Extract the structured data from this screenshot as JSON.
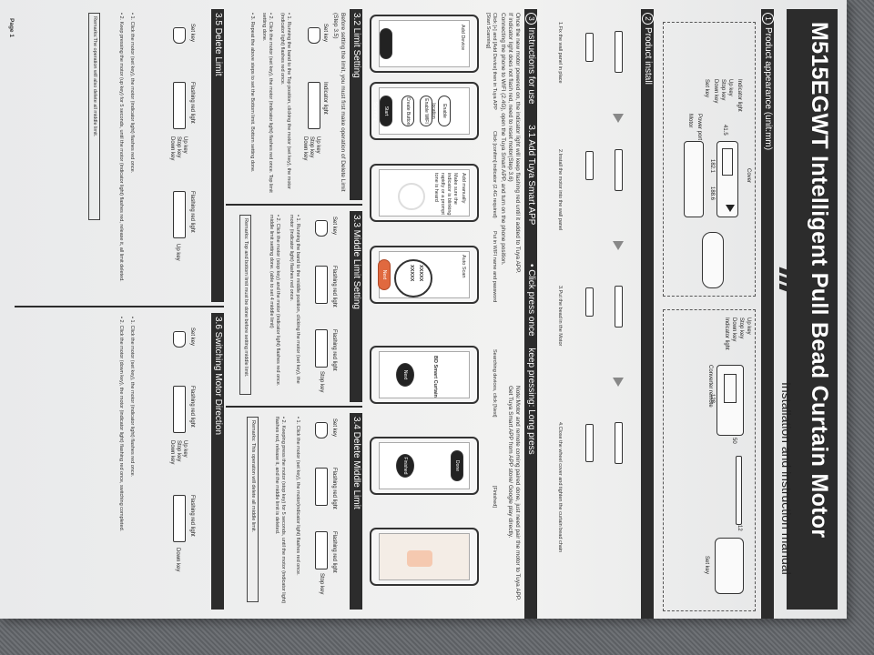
{
  "title": {
    "main": "M515EGWT Intelligent Pull Bead Curtain Motor",
    "sub": "Installation and instruction manual"
  },
  "section1": {
    "num": "1",
    "heading": "Product appearance (unit:mm)",
    "labels": {
      "cover": "Cover",
      "indicator_light": "Indicator light",
      "up_key": "Up key",
      "stop_key": "Stop key",
      "down_key": "Down key",
      "set_key": "Set key",
      "power_port": "Power port",
      "motor": "Motor",
      "dim_a": "182.1",
      "dim_b": "188.6",
      "dim_c": "41.5",
      "converter_remote": "Converter remote",
      "up_key_2": "Up key",
      "stop_key_2": "Stop key",
      "down_key_2": "Down key",
      "indicator_light_2": "Indicator light",
      "dim_d": "50",
      "dim_e": "128",
      "dim_f": "12",
      "set_key_2": "Set key"
    }
  },
  "section2": {
    "num": "2",
    "heading": "Product install",
    "steps": [
      "1.Fix the wall panel in place",
      "2.Install the motor into the wall panel",
      "3.Put the bead in the Motor",
      "4.Close the wheel cover and tighten the curtain bead chain"
    ]
  },
  "section3": {
    "num": "3",
    "heading": "Instructions for use",
    "sub_heading": "3.1 Add Tuya Smart APP",
    "legend": {
      "click": "• Click press once",
      "keep": "keep pressing: Long press"
    },
    "intro_lines": [
      "Once the new motor powered on, the indicator light will keep flashing red until it added to Tuya APP.",
      "If indicator light does not flash red, need to reset motor(Step 3.6)",
      "Connecting the phone to WIFI (2.4G), open the Tuya Smart APP, and turn on the phone position.",
      "Note:Motor and remote coming paired done, just need pair the motor to Tuya APP.",
      "Get Tuya Smart APP from APP store/ Google play directly."
    ],
    "flow": [
      "Click [+] and [Add Device]   then in Tuya APP  [Start Scanning]",
      "Click [confirm] indicator (2.4G required)",
      "Put in WIFI name and password",
      "Searching devices, click [Next]",
      "[Finished]"
    ],
    "phone_screens": {
      "add_device": "Add Device",
      "enable_location": "Enable location",
      "enable_wifi": "Enable WIFI",
      "start_scanning": "Start Scanning",
      "create_button": "Create Button",
      "add_manually": "Add manually",
      "auto_scan": "Auto Scan",
      "confirm_note": "Make sure the indicator is blinking rapidly or a prompt tone is heard",
      "wifi_name": "XXXXX",
      "wifi_pass": "XXXXX",
      "next": "Next",
      "bead_curtain": "BD Smart Curtain",
      "next2": "Next",
      "finished": "Finished",
      "done": "Done"
    }
  },
  "section32": {
    "heading": "3.2 Limit Setting",
    "intro": "Before setting the limit, you must first make operation of Delete Limit (Step 3.5)",
    "steps": [
      "• 1. Running the band to the Top position, clicking the motor (set key), the motor (indicator light) flashes red once.",
      "• 2. Click the motor (set key), the motor (indicator light) flashes red once. Top limit setting done.",
      "• 3. Repeat the above steps to set the Bottom limit. Bottom setting done."
    ],
    "labels": {
      "set_key": "Set key",
      "indicator_light": "Indicator light",
      "up_key": "Up key",
      "stop_key": "Stop key",
      "down_key": "Down key"
    }
  },
  "section33": {
    "heading": "3.3 Middle Limit Setting",
    "steps": [
      "• 1. Running the band to the middle position, clicking the motor (set key), the motor (indicator light) flashes red once.",
      "• 2. Click the motor (stop key) and the motor (indicator light) flashes red once. middle limit setting done. (able to set 4 middle limit)"
    ],
    "remark": "Remarks: Top and bottom limit must be done before setting middle limit.",
    "labels": {
      "set_key": "Set key",
      "flashing": "Flashing red light",
      "flashing2": "Flashing red light",
      "stop_key": "Stop key"
    }
  },
  "section34": {
    "heading": "3.4 Delete Middle Limit",
    "steps": [
      "• 1. Click the motor (set key), the motor(indicator light) flashes red once.",
      "• 2. Keeping press the motor (stop key) for 5 seconds, until the motor (indicator light) flashes red, release it, and the middle limit is deleted."
    ],
    "remark": "Remarks: This operation will delete all middle limit.",
    "labels": {
      "set_key": "Set key",
      "flashing": "Flashing red light",
      "flashing2": "Flashing red light",
      "stop_key": "Stop key"
    }
  },
  "section35": {
    "heading": "3.5 Delete Limit",
    "steps": [
      "• 1. Click the motor (set key), the motor (indicator light) flashes red once.",
      "• 2. Keep pressing the motor (up key) for 5 seconds, until the motor (indicator light) flashes red, release it, all limit deleted."
    ],
    "remark": "Remarks:The operation will also delete all middle limit.",
    "labels": {
      "set_key": "Set key",
      "flashing": "Flashing red light",
      "flashing2": "Flashing red light",
      "up_key": "Up key",
      "stop_key": "Stop key",
      "down_key": "Down key",
      "up_key_2": "Up key"
    }
  },
  "section36": {
    "heading": "3.6 Switching Motor Direction",
    "steps": [
      "• 1. Click the motor (set key), the motor (indicator light) flashes red once.",
      "• 2. Click the motor (down key), the motor (indicator light) flashing red once, switching completed."
    ],
    "labels": {
      "set_key": "Set key",
      "flashing": "Flashing red light",
      "flashing2": "Flashing red light",
      "up_key": "Up key",
      "stop_key": "Stop key",
      "down_key": "Down key",
      "down_key_2": "Down key"
    }
  },
  "footer": {
    "page": "Page 1"
  }
}
